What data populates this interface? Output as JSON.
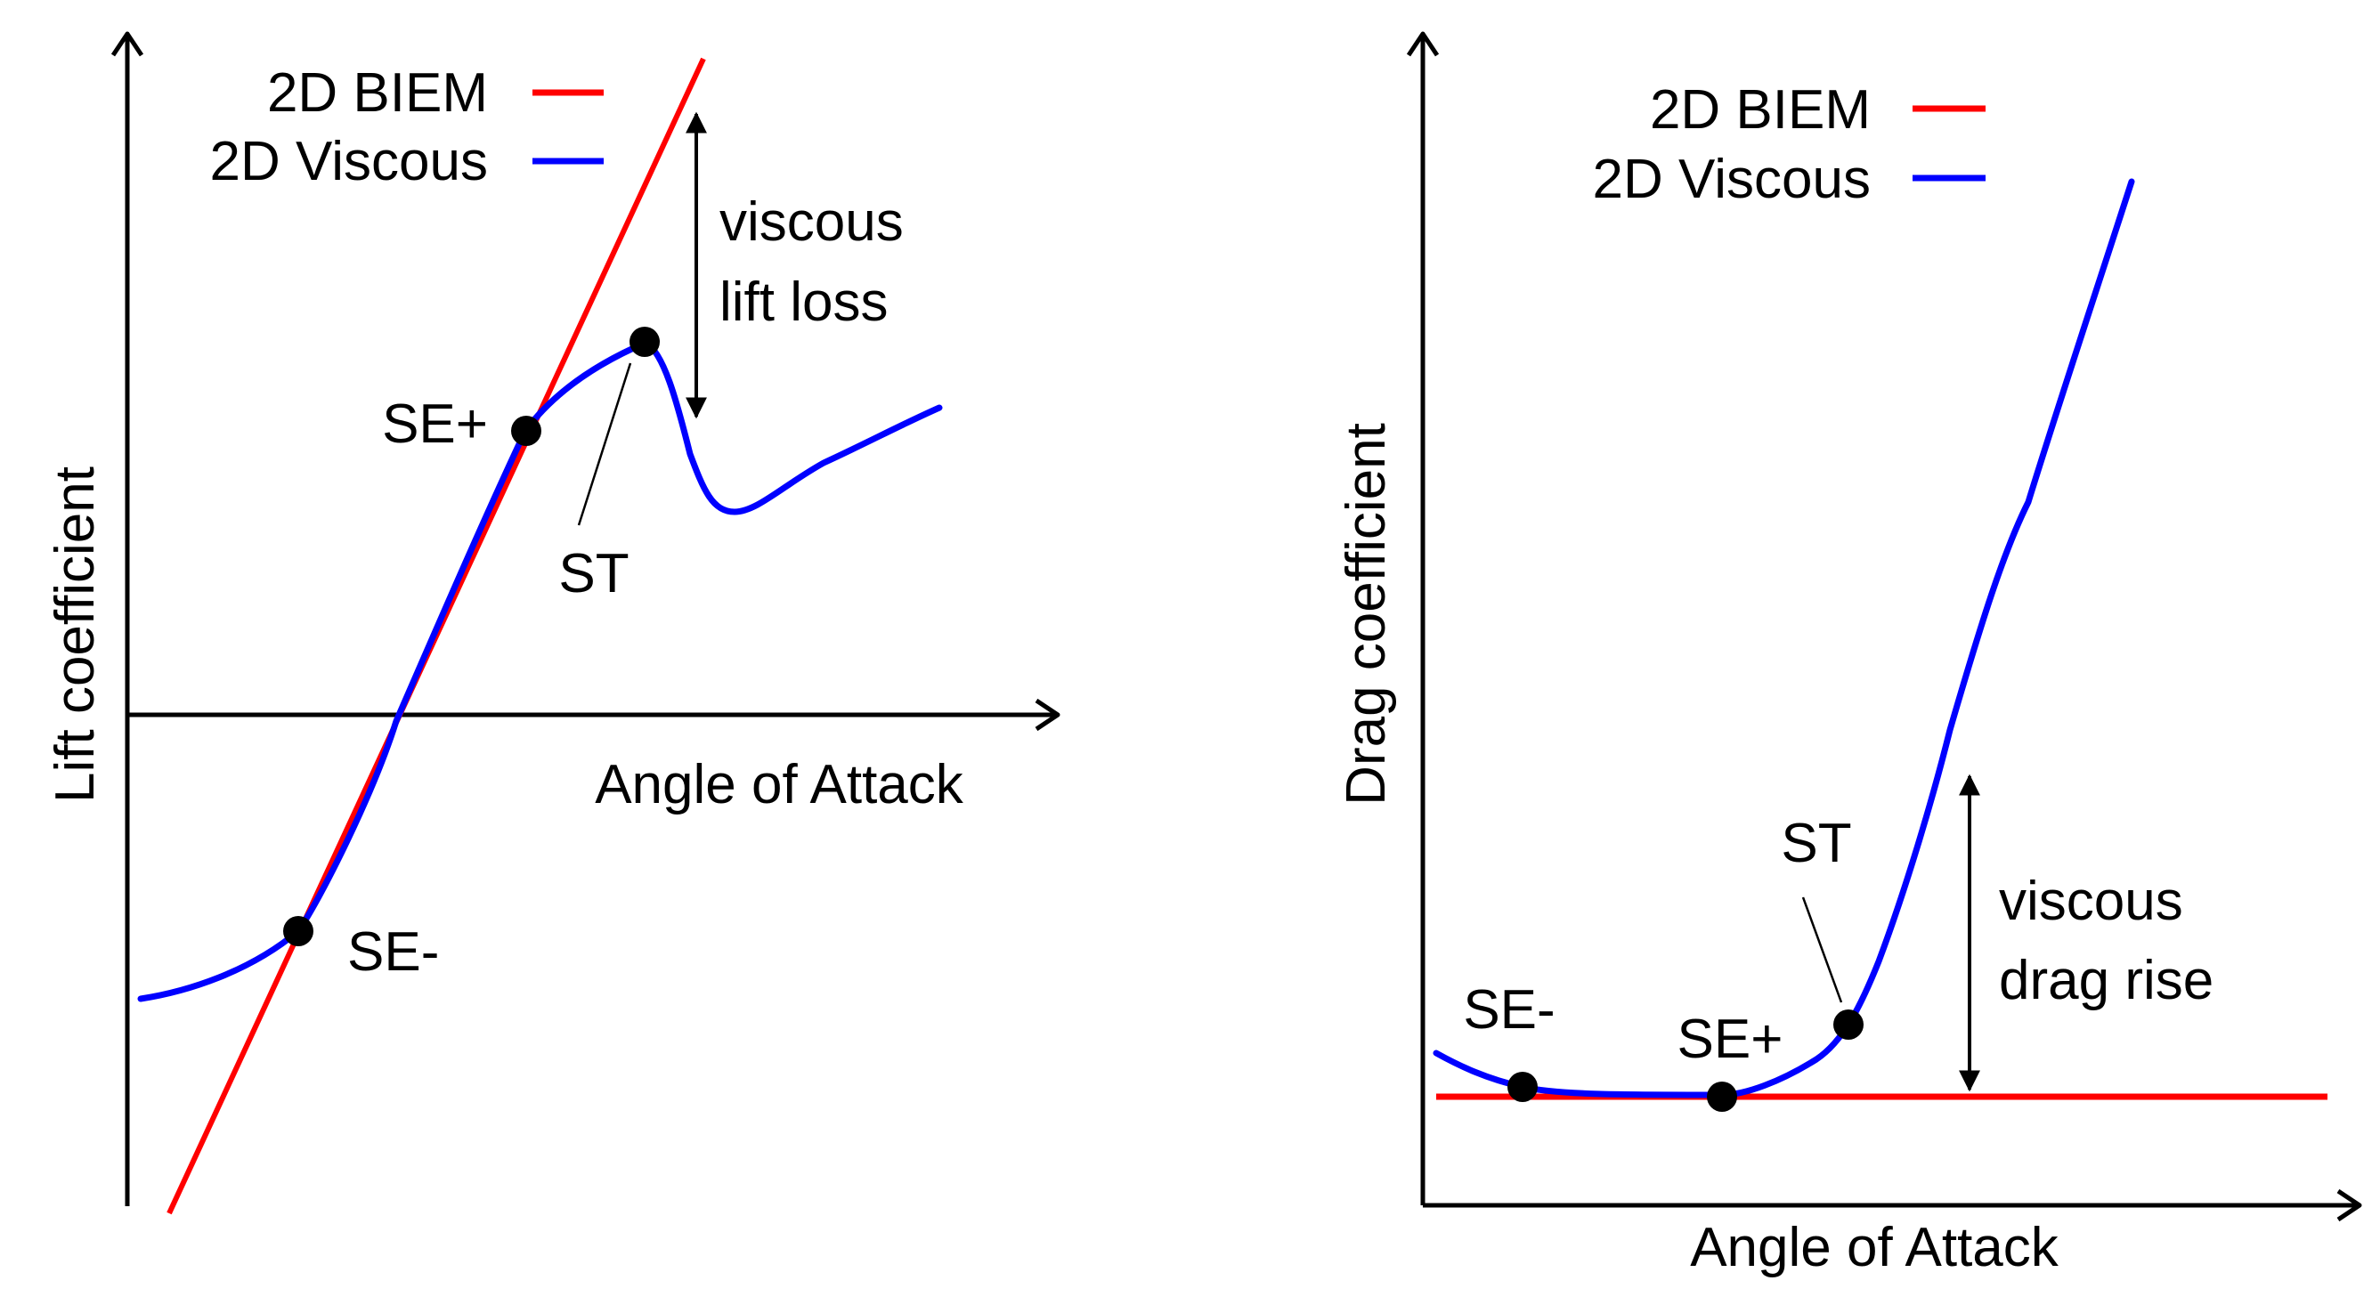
{
  "chart_data": [
    {
      "type": "line",
      "ylabel": "Lift coefficient",
      "xlabel": "Angle of Attack",
      "legend": {
        "placement": "top-left",
        "entries": [
          {
            "label": "2D BIEM",
            "color": "#ff0000"
          },
          {
            "label": "2D Viscous",
            "color": "#0000ff"
          }
        ]
      },
      "points": [
        {
          "label": "SE+"
        },
        {
          "label": "ST"
        },
        {
          "label": "SE-"
        }
      ],
      "annotation": {
        "lines": [
          "viscous",
          "lift loss"
        ]
      }
    },
    {
      "type": "line",
      "ylabel": "Drag coefficient",
      "xlabel": "Angle of Attack",
      "legend": {
        "placement": "top-right",
        "entries": [
          {
            "label": "2D BIEM",
            "color": "#ff0000"
          },
          {
            "label": "2D Viscous",
            "color": "#0000ff"
          }
        ]
      },
      "points": [
        {
          "label": "ST"
        },
        {
          "label": "SE-"
        },
        {
          "label": "SE+"
        }
      ],
      "annotation": {
        "lines": [
          "viscous",
          "drag rise"
        ]
      }
    }
  ]
}
